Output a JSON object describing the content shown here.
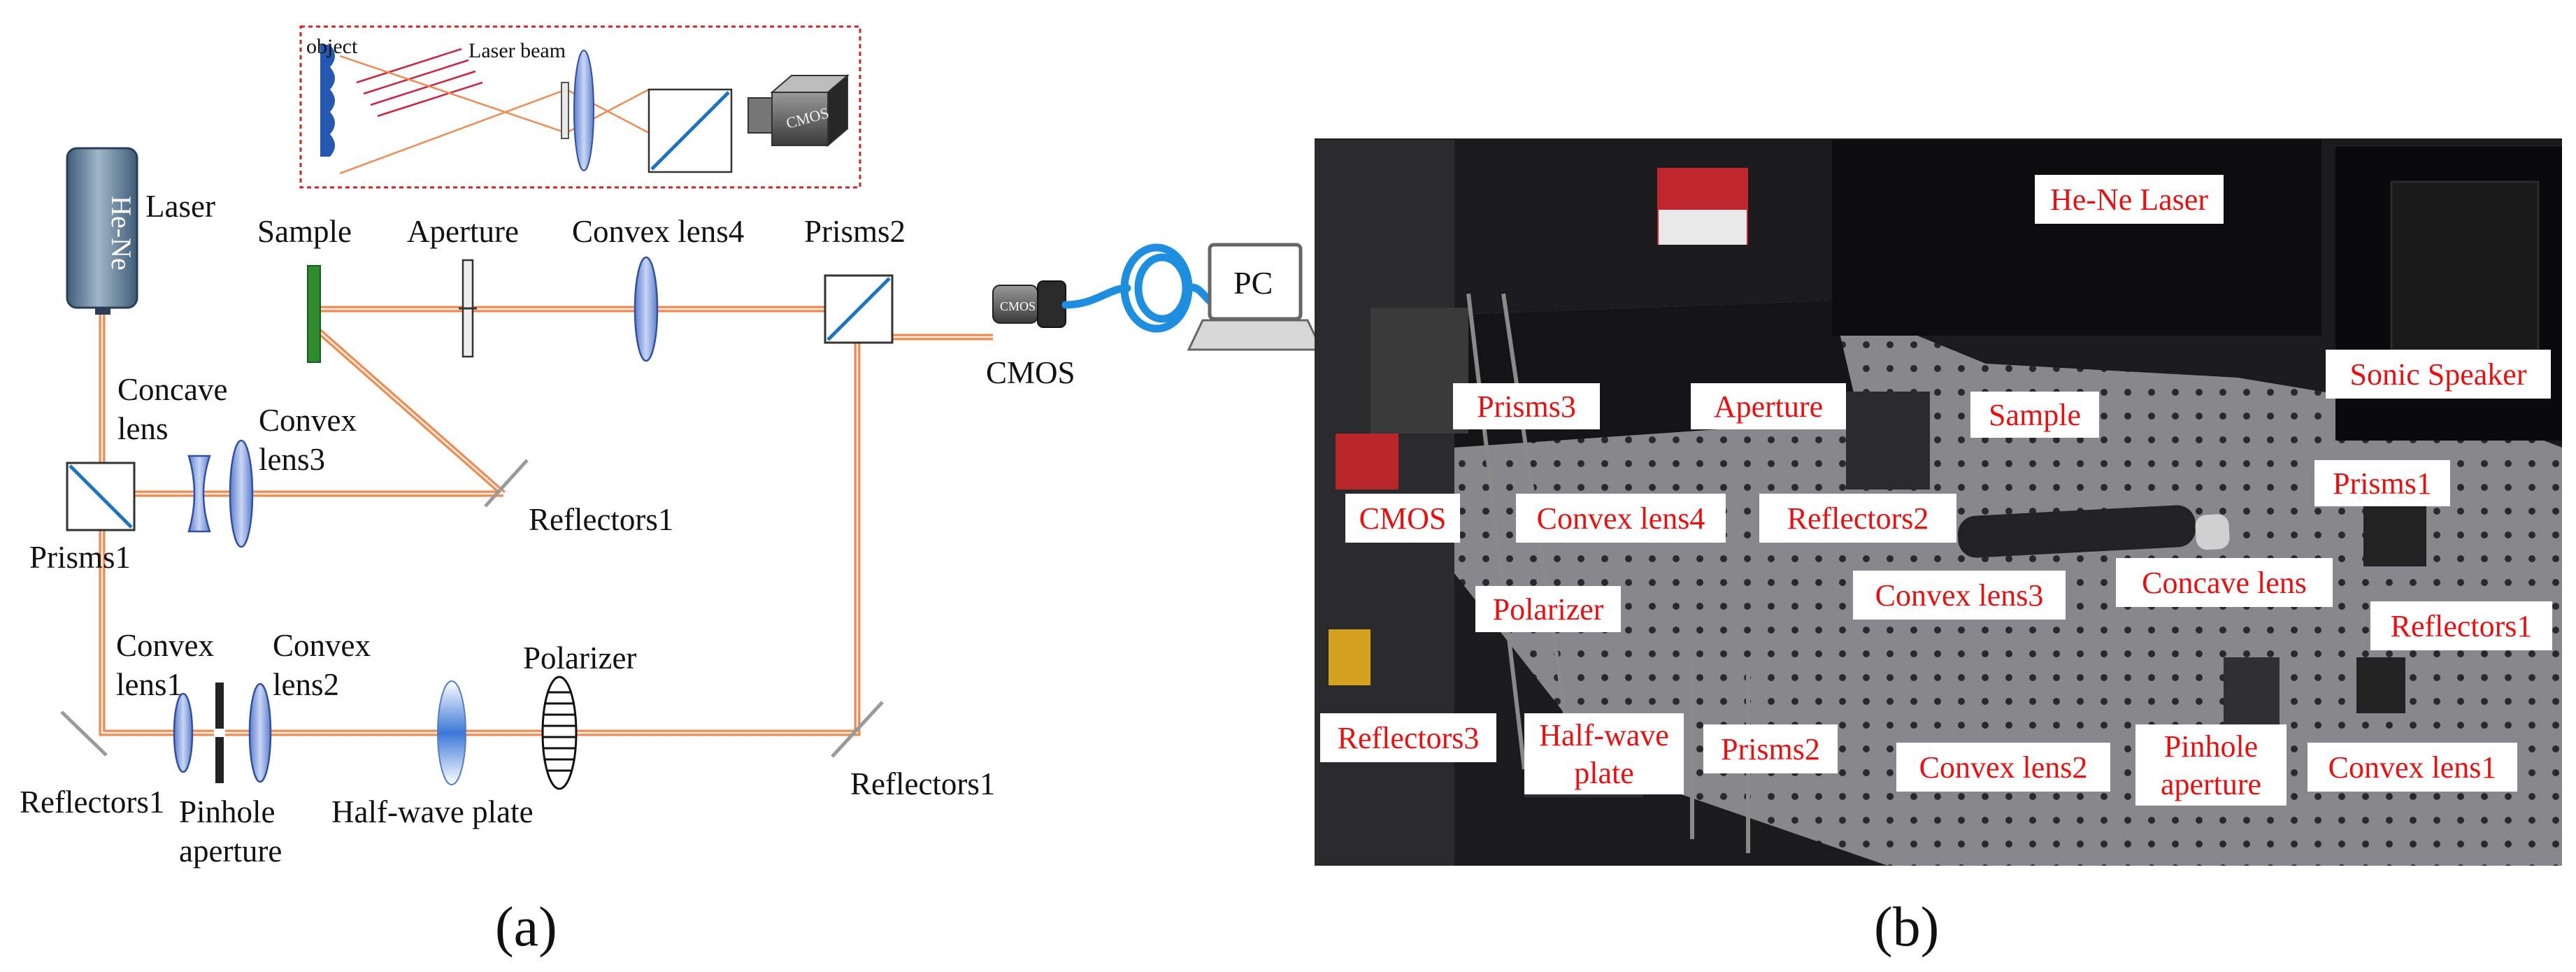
{
  "diagram": {
    "inset": {
      "object": "object",
      "laser_beam": "Laser beam",
      "cmos_body": "CMOS"
    },
    "laser": {
      "tube": "He-Ne",
      "label": "Laser"
    },
    "labels": {
      "sample": "Sample",
      "aperture": "Aperture",
      "convex_lens4": "Convex lens4",
      "prisms2": "Prisms2",
      "cmos": "CMOS",
      "pc": "PC",
      "concave_lens_1": "Concave",
      "concave_lens_2": "lens",
      "convex_lens3_1": "Convex",
      "convex_lens3_2": "lens3",
      "reflectors1_top": "Reflectors1",
      "prisms1": "Prisms1",
      "convex_lens1_1": "Convex",
      "convex_lens1_2": "lens1",
      "convex_lens2_1": "Convex",
      "convex_lens2_2": "lens2",
      "polarizer": "Polarizer",
      "reflectors1_left": "Reflectors1",
      "pinhole_1": "Pinhole",
      "pinhole_2": "aperture",
      "half_wave_plate": "Half-wave plate",
      "reflectors1_right": "Reflectors1"
    },
    "caption": "(a)"
  },
  "photo": {
    "tags": {
      "he_ne_laser": "He-Ne Laser",
      "prisms3": "Prisms3",
      "aperture": "Aperture",
      "sample": "Sample",
      "sonic_speaker": "Sonic Speaker",
      "cmos": "CMOS",
      "convex_lens4": "Convex lens4",
      "reflectors2": "Reflectors2",
      "prisms1": "Prisms1",
      "polarizer": "Polarizer",
      "convex_lens3": "Convex lens3",
      "concave_lens": "Concave lens",
      "reflectors1": "Reflectors1",
      "reflectors3": "Reflectors3",
      "half_wave_plate_1": "Half-wave",
      "half_wave_plate_2": "plate",
      "prisms2": "Prisms2",
      "convex_lens2": "Convex lens2",
      "pinhole_aperture_1": "Pinhole",
      "pinhole_aperture_2": "aperture",
      "convex_lens1": "Convex lens1"
    },
    "caption": "(b)"
  },
  "colors": {
    "beam": "#f08a50",
    "lens_fill": "#8ea8e6",
    "lens_stroke": "#3050a0",
    "prism_diag": "#1d74c0",
    "sample": "#2e8b2e",
    "tag_text": "#e81010",
    "inset_border": "#d42020",
    "fiber": "#1e8fe0"
  }
}
